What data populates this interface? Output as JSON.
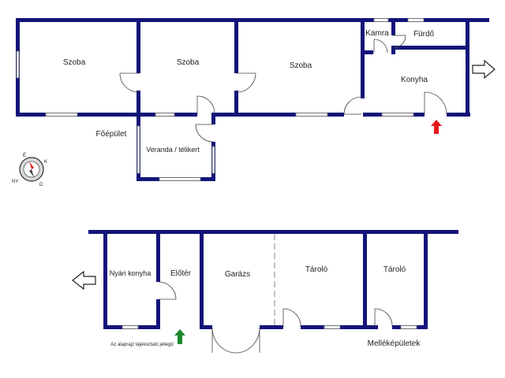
{
  "main_building": {
    "title": "Főépület",
    "rooms": {
      "szoba_1": "Szoba",
      "szoba_2": "Szoba",
      "szoba_3": "Szoba",
      "kamra": "Kamra",
      "furdo": "Fürdő",
      "konyha": "Konyha",
      "veranda": "Veranda / télikert"
    }
  },
  "outbuildings": {
    "title": "Melléképületek",
    "rooms": {
      "nyari_konyha": "Nyári konyha",
      "eloter": "Előtér",
      "garazs": "Garázs",
      "tarolo_1": "Tároló",
      "tarolo_2": "Tároló"
    }
  },
  "disclaimer": "Az alaprajz tájékoztató jellegű",
  "compass": {
    "letters": [
      "É",
      "K",
      "D",
      "NY"
    ],
    "needle_color": "#e02020"
  },
  "colors": {
    "wall": "#14147a",
    "entrance_main": "#e81818",
    "entrance_outbuilding": "#1c8a2c",
    "window": "#6a6a6a"
  },
  "icons": {
    "exit_main": "arrow-right-outline-icon",
    "exit_outbuilding": "arrow-left-outline-icon",
    "entrance_main": "arrow-up-red-icon",
    "entrance_outbuilding": "arrow-up-green-icon",
    "compass": "compass-icon"
  }
}
